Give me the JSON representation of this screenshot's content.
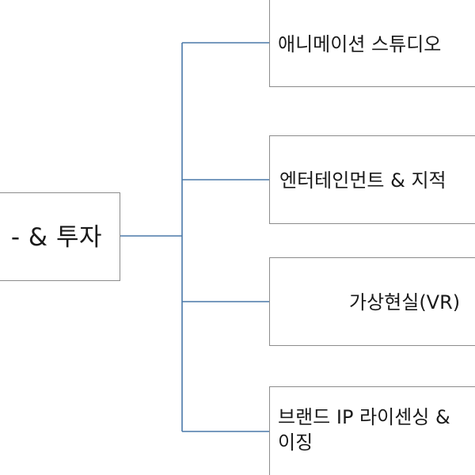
{
  "diagram": {
    "root": {
      "label": "- & 투자"
    },
    "children": [
      {
        "label": "애니메이션 스튜디오"
      },
      {
        "label": "엔터테인먼트 & 지적"
      },
      {
        "label": "가상현실(VR)"
      },
      {
        "label": "브랜드 IP 라이센싱 &\n이징"
      }
    ],
    "colors": {
      "connector": "#4a78a8",
      "box_border": "#8c8c8c",
      "text": "#1a1a1a",
      "background": "#ffffff"
    }
  }
}
